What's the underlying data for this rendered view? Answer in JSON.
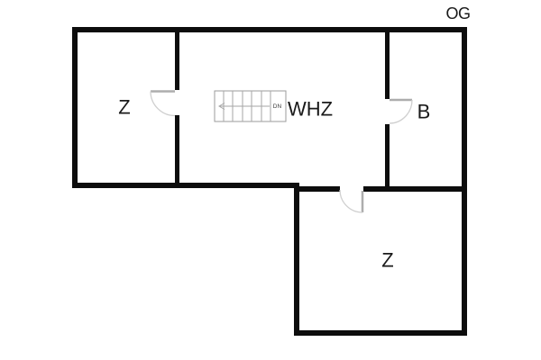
{
  "floor": {
    "label": "OG"
  },
  "rooms": [
    {
      "id": "z1",
      "label": "Z"
    },
    {
      "id": "whz",
      "label": "WHZ"
    },
    {
      "id": "b",
      "label": "B"
    },
    {
      "id": "z2",
      "label": "Z"
    }
  ],
  "stairs": {
    "direction_label": "DN",
    "icon": "stairs-icon"
  },
  "colors": {
    "wall": "#0d0d0d",
    "background": "#ffffff",
    "text": "#1a1a1a",
    "stairs_stroke": "#a6a6a6",
    "door_stroke": "#cfcfcf"
  }
}
